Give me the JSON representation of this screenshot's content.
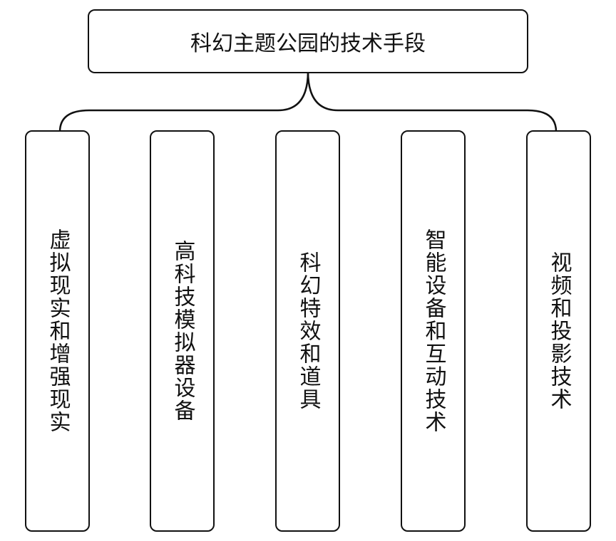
{
  "root": {
    "label": "科幻主题公园的技术手段"
  },
  "children": [
    {
      "label": "虚拟现实和增强现实"
    },
    {
      "label": "高科技模拟器设备"
    },
    {
      "label": "科幻特效和道具"
    },
    {
      "label": "智能设备和互动技术"
    },
    {
      "label": "视频和投影技术"
    }
  ]
}
